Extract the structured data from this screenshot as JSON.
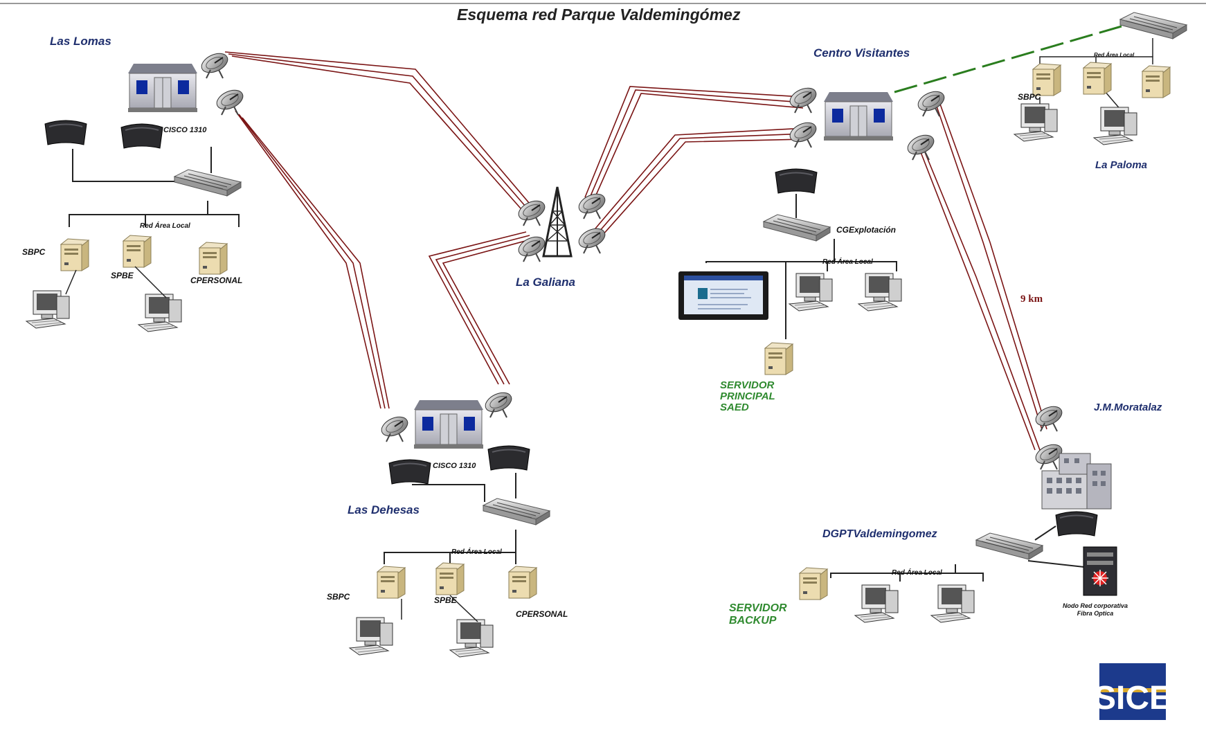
{
  "title": "Esquema red Parque Valdemingómez",
  "sites": {
    "las_lomas": "Las Lomas",
    "la_galiana": "La Galiana",
    "centro_visitantes": "Centro Visitantes",
    "la_paloma": "La Paloma",
    "las_dehesas": "Las Dehesas",
    "jm_moratalaz": "J.M.Moratalaz",
    "dgpt": "DGPTValdemingomez",
    "cgexplotacion": "CGExplotación"
  },
  "devices": {
    "cisco_lomas": "CISCO 1310",
    "cisco_dehesas": "CISCO 1310",
    "lan_label": "Red Área Local",
    "sbpc": "SBPC",
    "spbe": "SPBE",
    "cpersonal": "CPERSONAL",
    "servidor_principal": [
      "SERVIDOR",
      "PRINCIPAL",
      "SAED"
    ],
    "servidor_backup": [
      "SERVIDOR",
      "BACKUP"
    ],
    "nodo_red": [
      "Nodo Red corporativa",
      "Fibra Optica"
    ]
  },
  "distance": "9 km",
  "logo_text": "SICE",
  "colors": {
    "radio_link": "#7a1414",
    "fiber_link": "#2a7d1e",
    "site_label": "#1f2f6e",
    "server_label": "#2f8a2f"
  }
}
